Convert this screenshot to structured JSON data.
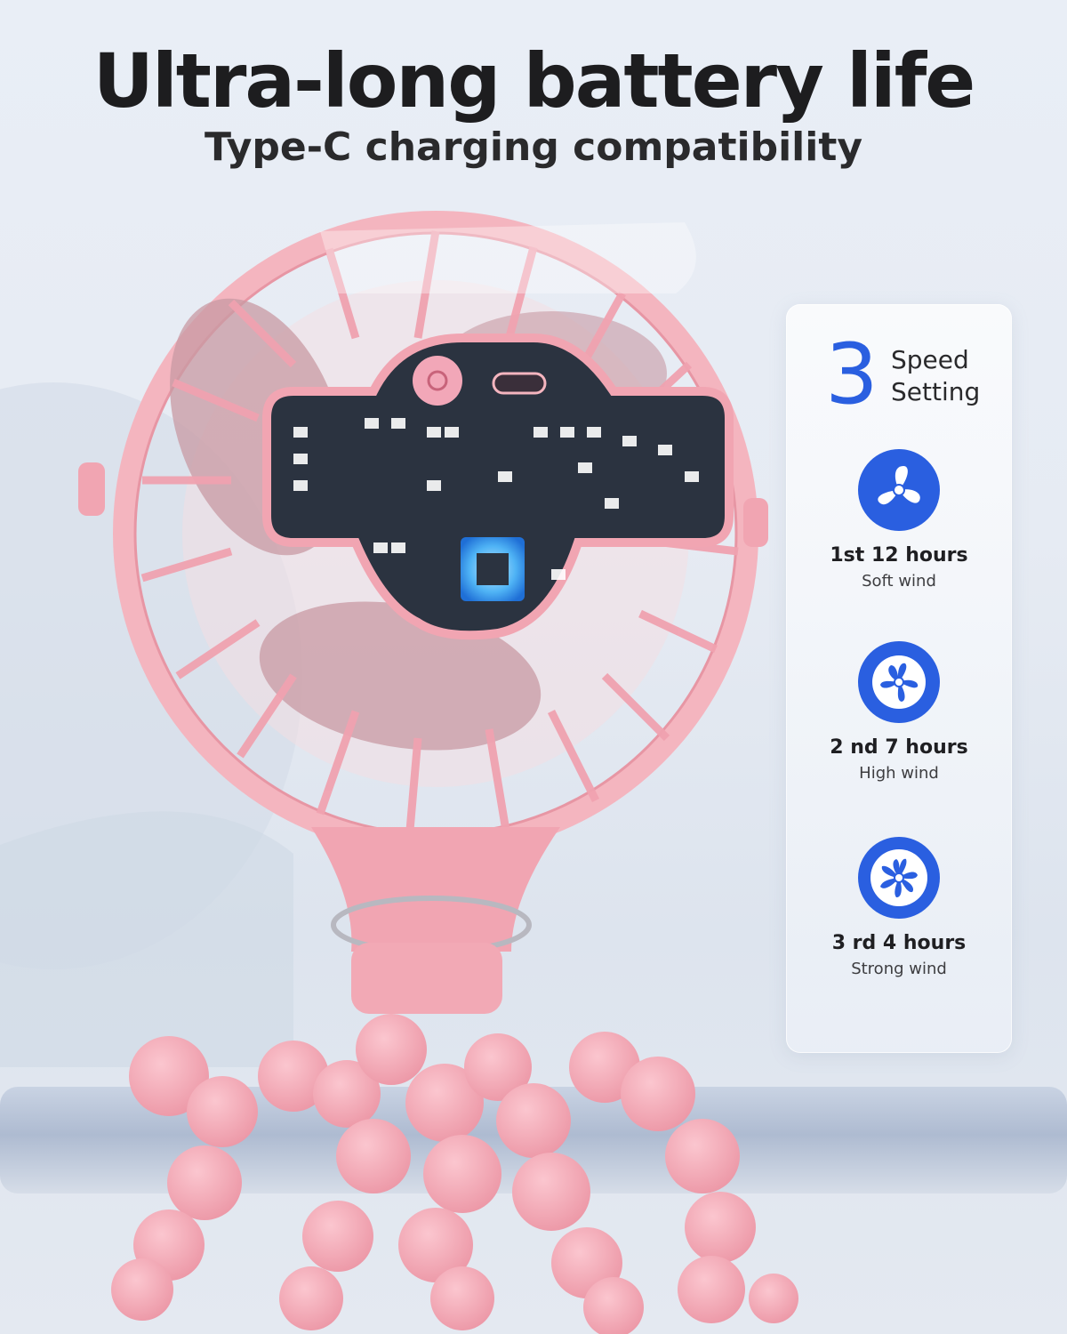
{
  "headline": "Ultra-long battery life",
  "subheadline": "Type-C charging compatibility",
  "speed_panel": {
    "number": "3",
    "label_line1": "Speed",
    "label_line2": "Setting",
    "modes": [
      {
        "title": "1st 12 hours",
        "desc": "Soft wind",
        "icon": "fan-3-blade-icon"
      },
      {
        "title": "2 nd 7 hours",
        "desc": "High wind",
        "icon": "fan-5-blade-icon"
      },
      {
        "title": "3 rd 4 hours",
        "desc": "Strong wind",
        "icon": "fan-7-blade-icon"
      }
    ]
  },
  "colors": {
    "accent": "#2a5fe0",
    "fan_pink": "#f2a7b3",
    "pcb": "#2b3340"
  }
}
